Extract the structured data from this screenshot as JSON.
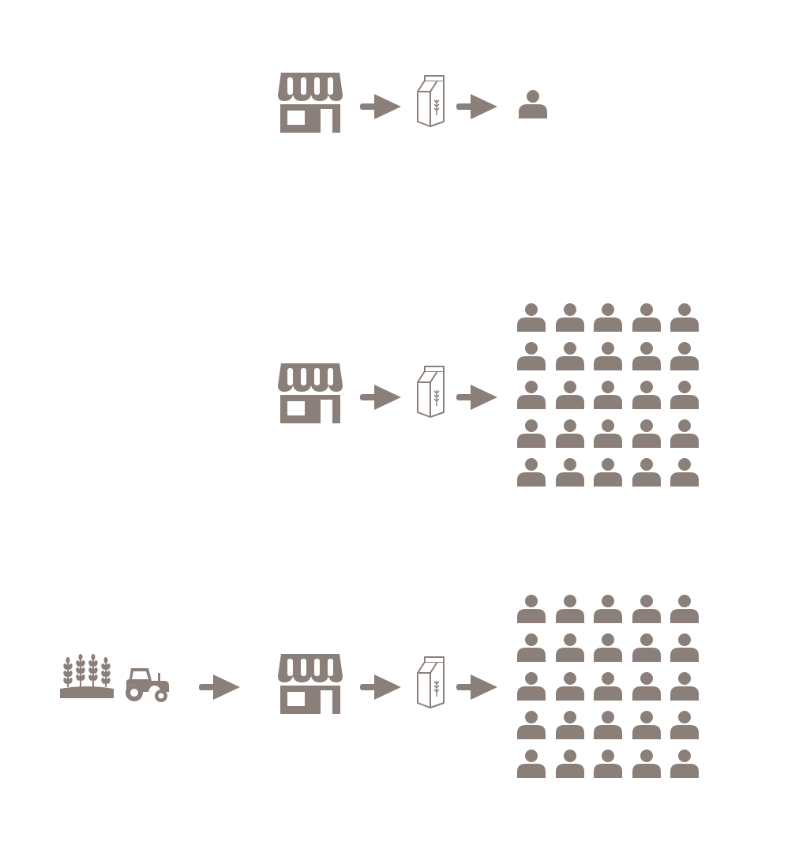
{
  "palette": {
    "icon": "#8a7f79",
    "carton_fill": "#ffffff",
    "background": "#ffffff"
  },
  "icons": {
    "shop": "store-icon",
    "arrow": "arrow-right-icon",
    "carton": "milk-carton-icon",
    "person": "person-icon",
    "field": "wheat-field-icon",
    "tractor": "tractor-icon"
  },
  "rows": [
    {
      "label_id": "single-consumer",
      "people_rows": 1,
      "people_cols": 1,
      "has_farm": false
    },
    {
      "label_id": "many-consumers",
      "people_rows": 5,
      "people_cols": 5,
      "has_farm": false
    },
    {
      "label_id": "farm-to-many-consumers",
      "people_rows": 5,
      "people_cols": 5,
      "has_farm": true
    }
  ]
}
